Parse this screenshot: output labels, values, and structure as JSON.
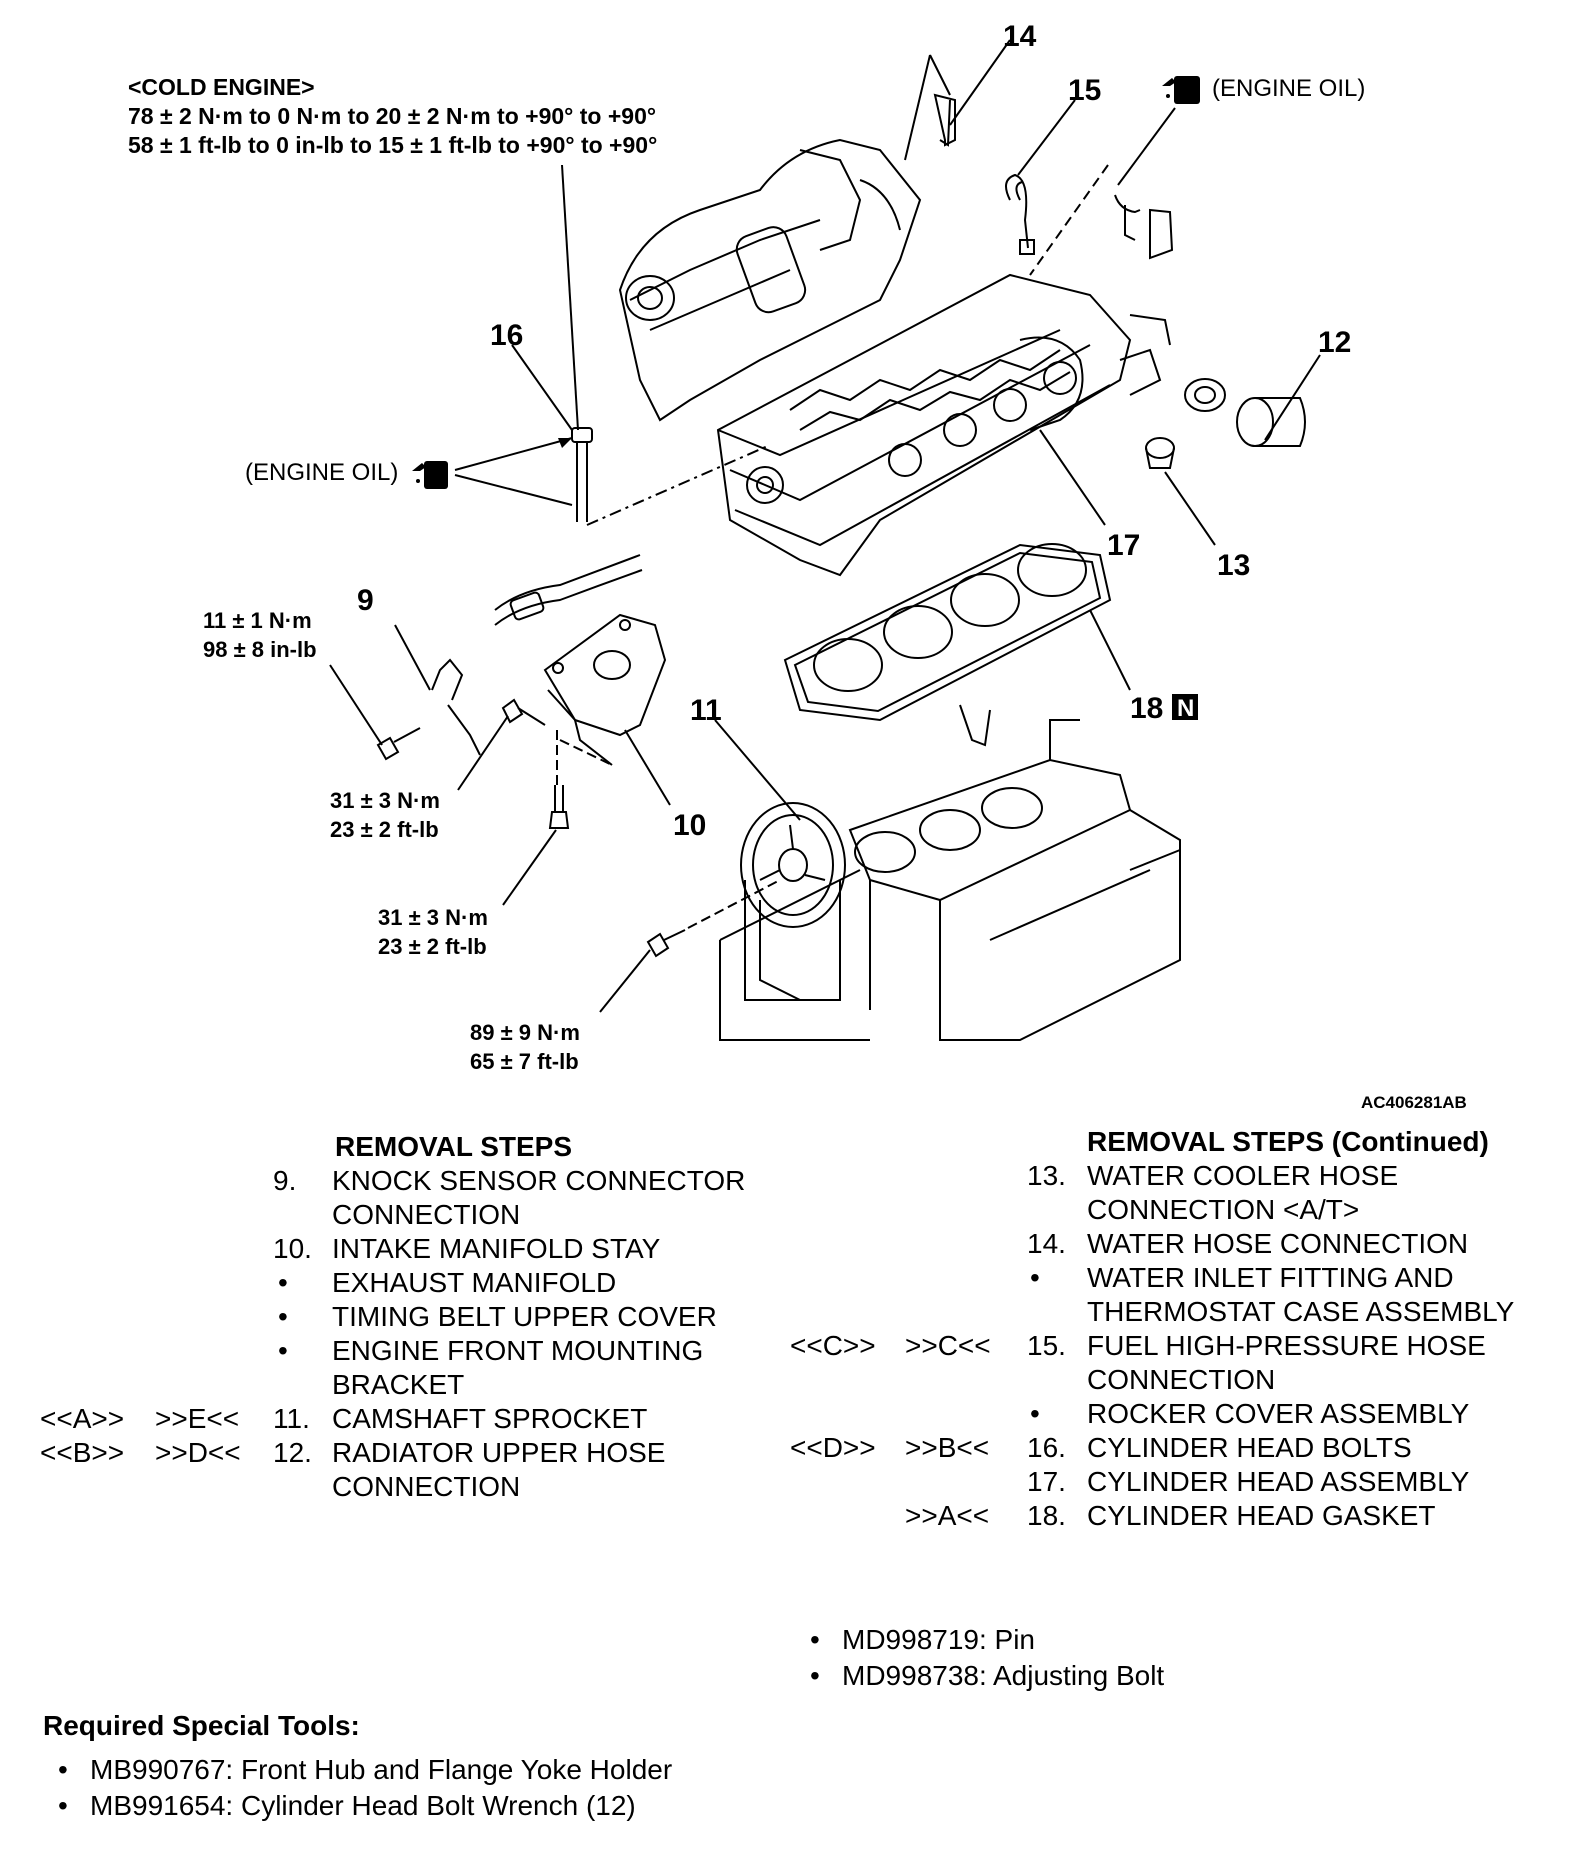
{
  "diagram": {
    "torque_cold_engine": {
      "heading": "<COLD ENGINE>",
      "line1": "78 ± 2 N·m to 0 N·m to 20 ± 2 N·m to +90° to +90°",
      "line2": "58 ± 1 ft-lb to 0 in-lb to 15 ± 1 ft-lb to +90° to +90°"
    },
    "engine_oil_label": "(ENGINE OIL)",
    "engine_oil_label_2": "(ENGINE OIL)",
    "callouts": [
      "9",
      "10",
      "11",
      "12",
      "13",
      "14",
      "15",
      "16",
      "17",
      "18"
    ],
    "new_part_mark": "N",
    "torque_9": [
      "11 ± 1 N·m",
      "98 ± 8 in-lb"
    ],
    "torque_10a": [
      "31 ± 3 N·m",
      "23 ± 2 ft-lb"
    ],
    "torque_10b": [
      "31 ± 3 N·m",
      "23 ± 2 ft-lb"
    ],
    "torque_11": [
      "89 ± 9 N·m",
      "65 ± 7 ft-lb"
    ],
    "figure_code": "AC406281AB"
  },
  "removal_steps": {
    "heading": "REMOVAL STEPS",
    "rows": [
      {
        "c1": "",
        "c2": "",
        "num": "9.",
        "lines": [
          "KNOCK SENSOR CONNECTOR",
          "CONNECTION"
        ]
      },
      {
        "c1": "",
        "c2": "",
        "num": "10.",
        "lines": [
          "INTAKE MANIFOLD STAY"
        ]
      },
      {
        "c1": "",
        "c2": "",
        "num": "•",
        "lines": [
          "EXHAUST MANIFOLD"
        ]
      },
      {
        "c1": "",
        "c2": "",
        "num": "•",
        "lines": [
          "TIMING BELT UPPER COVER"
        ]
      },
      {
        "c1": "",
        "c2": "",
        "num": "•",
        "lines": [
          "ENGINE FRONT MOUNTING",
          "BRACKET"
        ]
      },
      {
        "c1": "<<A>>",
        "c2": ">>E<<",
        "num": "11.",
        "lines": [
          "CAMSHAFT SPROCKET"
        ]
      },
      {
        "c1": "<<B>>",
        "c2": ">>D<<",
        "num": "12.",
        "lines": [
          "RADIATOR UPPER HOSE",
          "CONNECTION"
        ]
      }
    ]
  },
  "removal_steps_cont": {
    "heading": "REMOVAL STEPS (Continued)",
    "rows": [
      {
        "c1": "",
        "c2": "",
        "num": "13.",
        "lines": [
          "WATER COOLER HOSE",
          "CONNECTION <A/T>"
        ]
      },
      {
        "c1": "",
        "c2": "",
        "num": "14.",
        "lines": [
          "WATER HOSE CONNECTION"
        ]
      },
      {
        "c1": "",
        "c2": "",
        "num": "•",
        "lines": [
          "WATER INLET FITTING AND",
          "THERMOSTAT CASE ASSEMBLY"
        ]
      },
      {
        "c1": "<<C>>",
        "c2": ">>C<<",
        "num": "15.",
        "lines": [
          "FUEL HIGH-PRESSURE HOSE",
          "CONNECTION"
        ]
      },
      {
        "c1": "",
        "c2": "",
        "num": "•",
        "lines": [
          "ROCKER COVER ASSEMBLY"
        ]
      },
      {
        "c1": "<<D>>",
        "c2": ">>B<<",
        "num": "16.",
        "lines": [
          "CYLINDER HEAD BOLTS"
        ]
      },
      {
        "c1": "",
        "c2": "",
        "num": "17.",
        "lines": [
          "CYLINDER HEAD ASSEMBLY"
        ]
      },
      {
        "c1": "",
        "c2": ">>A<<",
        "num": "18.",
        "lines": [
          "CYLINDER HEAD GASKET"
        ]
      }
    ]
  },
  "tools_right": [
    "MD998719: Pin",
    "MD998738: Adjusting Bolt"
  ],
  "tools_heading": "Required Special Tools:",
  "tools_left": [
    "MB990767: Front Hub and Flange Yoke Holder",
    "MB991654: Cylinder Head Bolt Wrench (12)"
  ]
}
